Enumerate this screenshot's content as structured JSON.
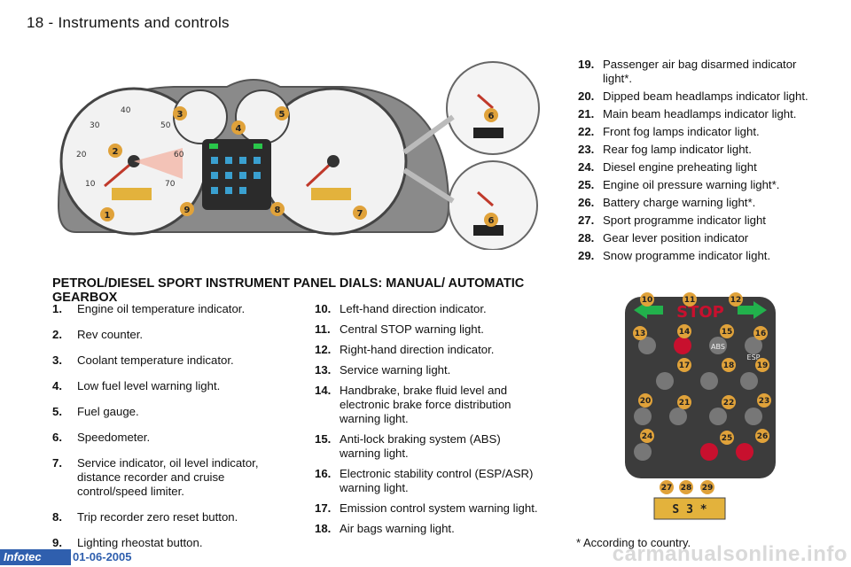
{
  "header": {
    "title": "18 - Instruments and controls"
  },
  "section": {
    "title": "PETROL/DIESEL SPORT INSTRUMENT PANEL DIALS: MANUAL/ AUTOMATIC GEARBOX"
  },
  "figure": {
    "dial_tick_labels": [
      "10",
      "20",
      "30",
      "40",
      "50",
      "60",
      "70"
    ],
    "callouts": [
      "1",
      "2",
      "3",
      "4",
      "5",
      "6",
      "7",
      "8",
      "9",
      "6"
    ]
  },
  "legend_col1": [
    {
      "num": "1.",
      "text": "Engine oil temperature indicator."
    },
    {
      "num": "2.",
      "text": "Rev counter."
    },
    {
      "num": "3.",
      "text": "Coolant temperature indicator."
    },
    {
      "num": "4.",
      "text": "Low fuel level warning light."
    },
    {
      "num": "5.",
      "text": "Fuel gauge."
    },
    {
      "num": "6.",
      "text": "Speedometer."
    },
    {
      "num": "7.",
      "text": "Service indicator, oil level indicator, distance recorder and cruise control/speed limiter."
    },
    {
      "num": "8.",
      "text": "Trip recorder zero reset button."
    },
    {
      "num": "9.",
      "text": "Lighting rheostat button."
    }
  ],
  "legend_col2": [
    {
      "num": "10.",
      "text": "Left-hand direction indicator."
    },
    {
      "num": "11.",
      "text": "Central STOP warning light."
    },
    {
      "num": "12.",
      "text": "Right-hand direction indicator."
    },
    {
      "num": "13.",
      "text": "Service warning light."
    },
    {
      "num": "14.",
      "text": "Handbrake, brake fluid level and electronic brake force distribution warning light."
    },
    {
      "num": "15.",
      "text": "Anti-lock braking system (ABS) warning light."
    },
    {
      "num": "16.",
      "text": "Electronic stability control (ESP/ASR) warning light."
    },
    {
      "num": "17.",
      "text": "Emission control system warning light."
    },
    {
      "num": "18.",
      "text": "Air bags warning light."
    }
  ],
  "legend_col3": [
    {
      "num": "19.",
      "text": "Passenger air bag disarmed indicator light*."
    },
    {
      "num": "20.",
      "text": "Dipped beam headlamps indicator light."
    },
    {
      "num": "21.",
      "text": "Main beam headlamps indicator light."
    },
    {
      "num": "22.",
      "text": "Front fog lamps indicator light."
    },
    {
      "num": "23.",
      "text": "Rear fog lamp indicator light."
    },
    {
      "num": "24.",
      "text": "Diesel engine preheating light"
    },
    {
      "num": "25.",
      "text": "Engine oil pressure warning light*."
    },
    {
      "num": "26.",
      "text": "Battery charge warning light*."
    },
    {
      "num": "27.",
      "text": "Sport programme indicator light"
    },
    {
      "num": "28.",
      "text": "Gear lever position indicator"
    },
    {
      "num": "29.",
      "text": "Snow programme indicator light."
    }
  ],
  "warning_panel": {
    "stop_label": "STOP",
    "abs_label": "ABS",
    "esp_label": "ESP",
    "gear_display": "S 3 *",
    "callouts": [
      "10",
      "11",
      "12",
      "13",
      "14",
      "15",
      "16",
      "17",
      "18",
      "19",
      "20",
      "21",
      "22",
      "23",
      "24",
      "25",
      "26",
      "27",
      "28",
      "29"
    ]
  },
  "footnote": "* According to country.",
  "footer": {
    "brand": "Infotec",
    "date": "01-06-2005",
    "watermark": "carmanualsonline.info"
  },
  "colors": {
    "callout": "#e0a23a",
    "panel": "#3c3c3c",
    "warning_green": "#22b14c",
    "warning_red": "#c8102e",
    "brand_blue": "#2f5fae"
  }
}
